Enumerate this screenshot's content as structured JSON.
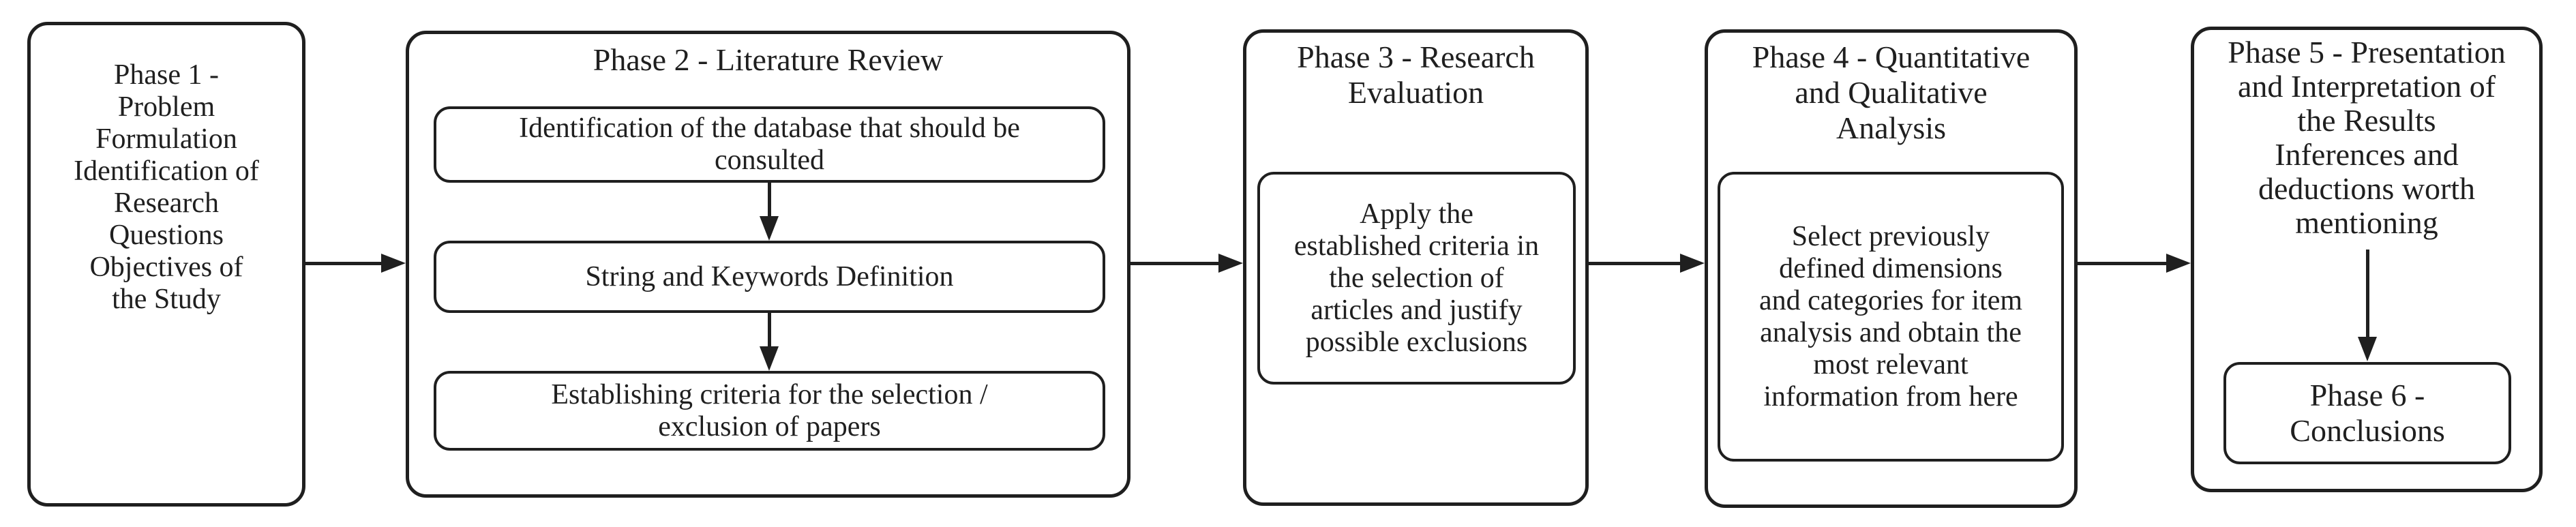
{
  "figure_type": "research-methodology-flowchart",
  "colors": {
    "stroke": "#1f1f1f",
    "background": "#ffffff",
    "text": "#1f1f1f"
  },
  "flow": {
    "phase1": {
      "text": "Phase 1 -\nProblem\nFormulation\nIdentification of\nResearch\nQuestions\nObjectives of\nthe Study"
    },
    "phase2": {
      "title": "Phase 2 - Literature Review",
      "steps": [
        "Identification of the database that should be\nconsulted",
        "String and Keywords Definition",
        "Establishing criteria for the selection /\nexclusion of papers"
      ]
    },
    "phase3": {
      "title": "Phase 3 - Research\nEvaluation",
      "step": "Apply the\nestablished criteria in\nthe selection of\narticles and justify\npossible exclusions"
    },
    "phase4": {
      "title": "Phase 4 - Quantitative\nand Qualitative\nAnalysis",
      "step": "Select previously\ndefined dimensions\nand categories for item\nanalysis and obtain the\nmost relevant\ninformation from here"
    },
    "phase5": {
      "title": "Phase 5 - Presentation\nand Interpretation of\nthe Results\nInferences and\ndeductions worth\nmentioning",
      "phase6": "Phase 6 -\nConclusions"
    }
  }
}
